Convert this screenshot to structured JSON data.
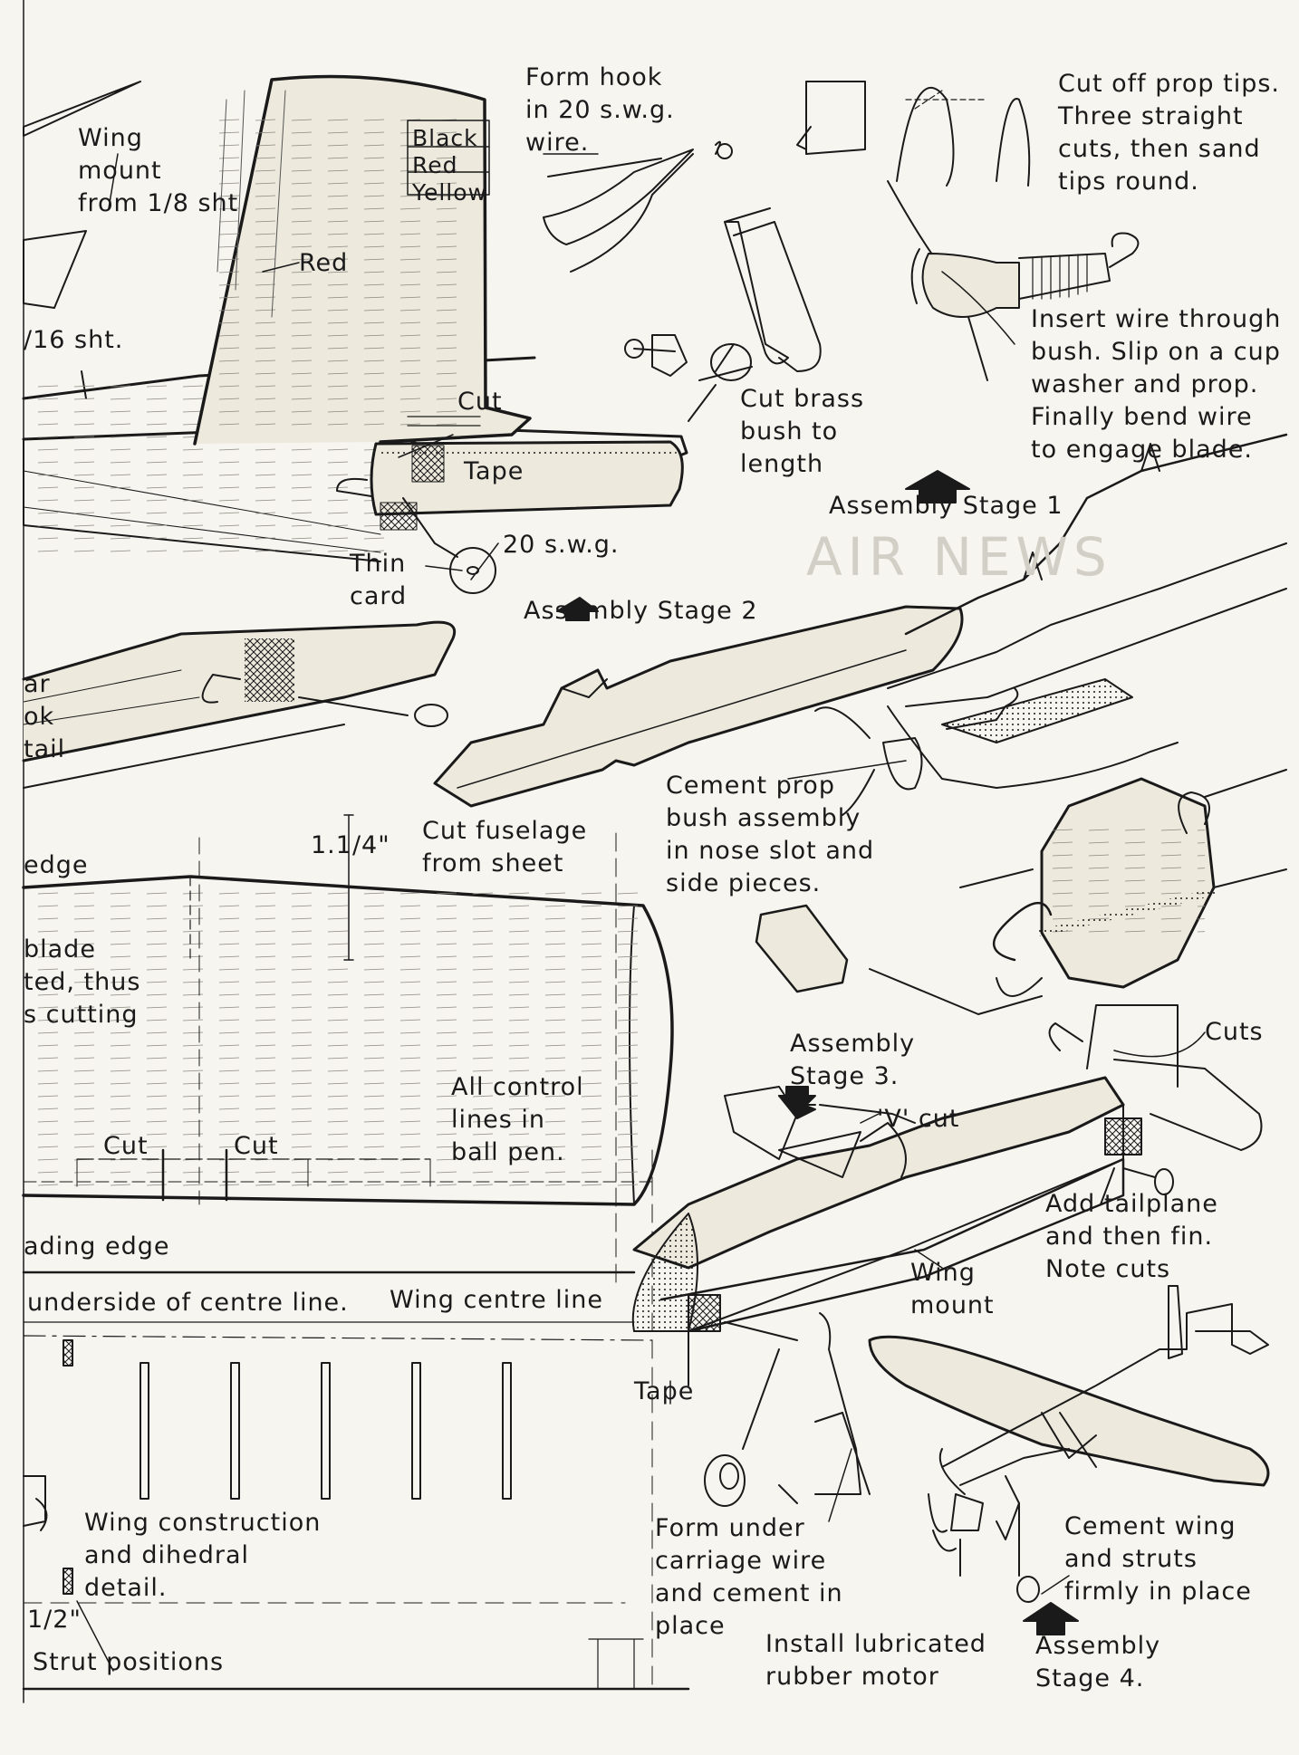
{
  "labels": {
    "wing_mount": [
      "Wing",
      "mount",
      "from 1/8 sht"
    ],
    "sixteenth_sheet": "/16 sht.",
    "fin_colors": [
      "Black",
      "Red",
      "Yellow"
    ],
    "fin_red": "Red",
    "fin_cut": "Cut",
    "tape_upper": "Tape",
    "wire_20swg": "20 s.w.g.",
    "thin_card": [
      "Thin",
      "card"
    ],
    "form_hook": [
      "Form hook",
      "in 20 s.w.g.",
      "wire."
    ],
    "prop_tips": [
      "Cut off prop tips.",
      "Three straight",
      "cuts, then sand",
      "tips round."
    ],
    "insert_wire": [
      "Insert wire through",
      "bush. Slip on a cup",
      "washer and prop.",
      "Finally bend wire",
      "to engage blade."
    ],
    "cut_brass": [
      "Cut brass",
      "bush to",
      "length"
    ],
    "stage1": "Assembly Stage 1",
    "stage2": "Assembly Stage 2",
    "left_partial_1": [
      "ar",
      "ok",
      "tail"
    ],
    "cement_prop": [
      "Cement prop",
      "bush assembly",
      "in nose slot and",
      "side pieces."
    ],
    "dim_114": "1.1/4\"",
    "cut_fuselage": [
      "Cut fuselage",
      "from sheet"
    ],
    "edge_partial": "edge",
    "blade_partial": [
      "blade",
      "ted, thus",
      "s cutting"
    ],
    "stage3": [
      "Assembly",
      "Stage 3."
    ],
    "v_cut": "'V' cut",
    "cuts": "Cuts",
    "control_lines": [
      "All control",
      "lines in",
      "ball pen."
    ],
    "cut_left": "Cut",
    "cut_right": "Cut",
    "leading_edge": "ading edge",
    "add_tailplane": [
      "Add tailplane",
      "and then fin.",
      "Note cuts"
    ],
    "underside": "underside of centre line.",
    "wing_centre_line": "Wing centre line",
    "wing_mount_lower": [
      "Wing",
      "mount"
    ],
    "tape_lower": "Tape",
    "wing_construction": [
      "Wing construction",
      "and dihedral",
      "detail."
    ],
    "half_inch": "1/2\"",
    "strut_positions": "Strut positions",
    "form_under": [
      "Form under",
      "carriage wire",
      "and cement in",
      "place"
    ],
    "install_rubber": [
      "Install lubricated",
      "rubber motor"
    ],
    "cement_wing": [
      "Cement wing",
      "and struts",
      "firmly in place"
    ],
    "stage4": [
      "Assembly",
      "Stage 4."
    ],
    "faint_heading": "AIR NEWS"
  },
  "colors": {
    "ink": "#1a1a1a",
    "paper": "#f6f5f0",
    "balsa": "#e9e6dc"
  }
}
